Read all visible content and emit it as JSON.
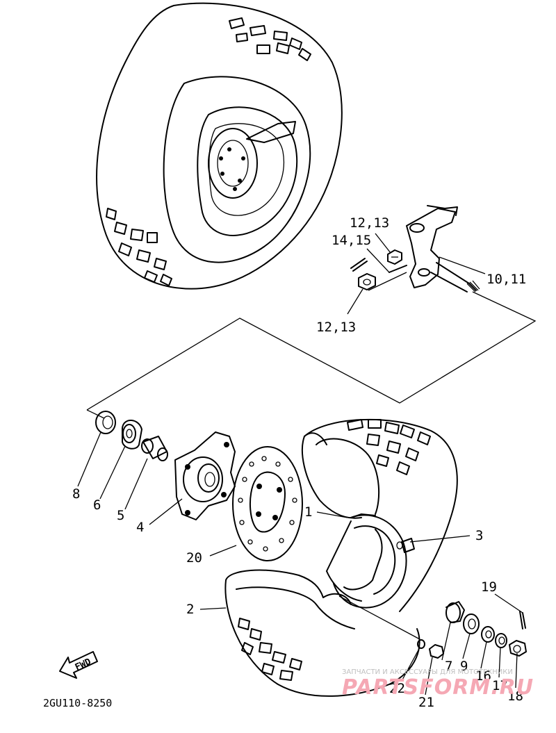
{
  "diagram": {
    "drawing_code": "2GU110-8250",
    "fwd_label": "FWD",
    "callouts": [
      {
        "id": "c1",
        "text": "1"
      },
      {
        "id": "c2",
        "text": "2"
      },
      {
        "id": "c3",
        "text": "3"
      },
      {
        "id": "c4",
        "text": "4"
      },
      {
        "id": "c5",
        "text": "5"
      },
      {
        "id": "c6",
        "text": "6"
      },
      {
        "id": "c7",
        "text": "7"
      },
      {
        "id": "c8",
        "text": "8"
      },
      {
        "id": "c9",
        "text": "9"
      },
      {
        "id": "c10_11",
        "text": "10,11"
      },
      {
        "id": "c12_13a",
        "text": "12,13"
      },
      {
        "id": "c12_13b",
        "text": "12,13"
      },
      {
        "id": "c14_15",
        "text": "14,15"
      },
      {
        "id": "c16",
        "text": "16"
      },
      {
        "id": "c17",
        "text": "17"
      },
      {
        "id": "c18",
        "text": "18"
      },
      {
        "id": "c19",
        "text": "19"
      },
      {
        "id": "c20",
        "text": "20"
      },
      {
        "id": "c21",
        "text": "21"
      },
      {
        "id": "c22",
        "text": "22"
      }
    ]
  },
  "watermark": {
    "caption": "ЗАПЧАСТИ И АКСЕССУАРЫ ДЛЯ МОТОТЕХНИКИ",
    "logo": "PARTSFORM.RU",
    "color": "#f5a8b4"
  }
}
